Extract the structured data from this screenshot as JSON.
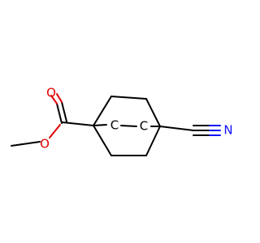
{
  "molecule": {
    "atoms": {
      "o_carbonyl": "O",
      "o_ester": "O",
      "n_nitrile": "N",
      "c_bridge_left": "C",
      "c_bridge_right": "C"
    },
    "colors": {
      "carbon": "#000000",
      "oxygen": "#e00000",
      "nitrogen": "#1010ff",
      "background": "#ffffff"
    }
  }
}
